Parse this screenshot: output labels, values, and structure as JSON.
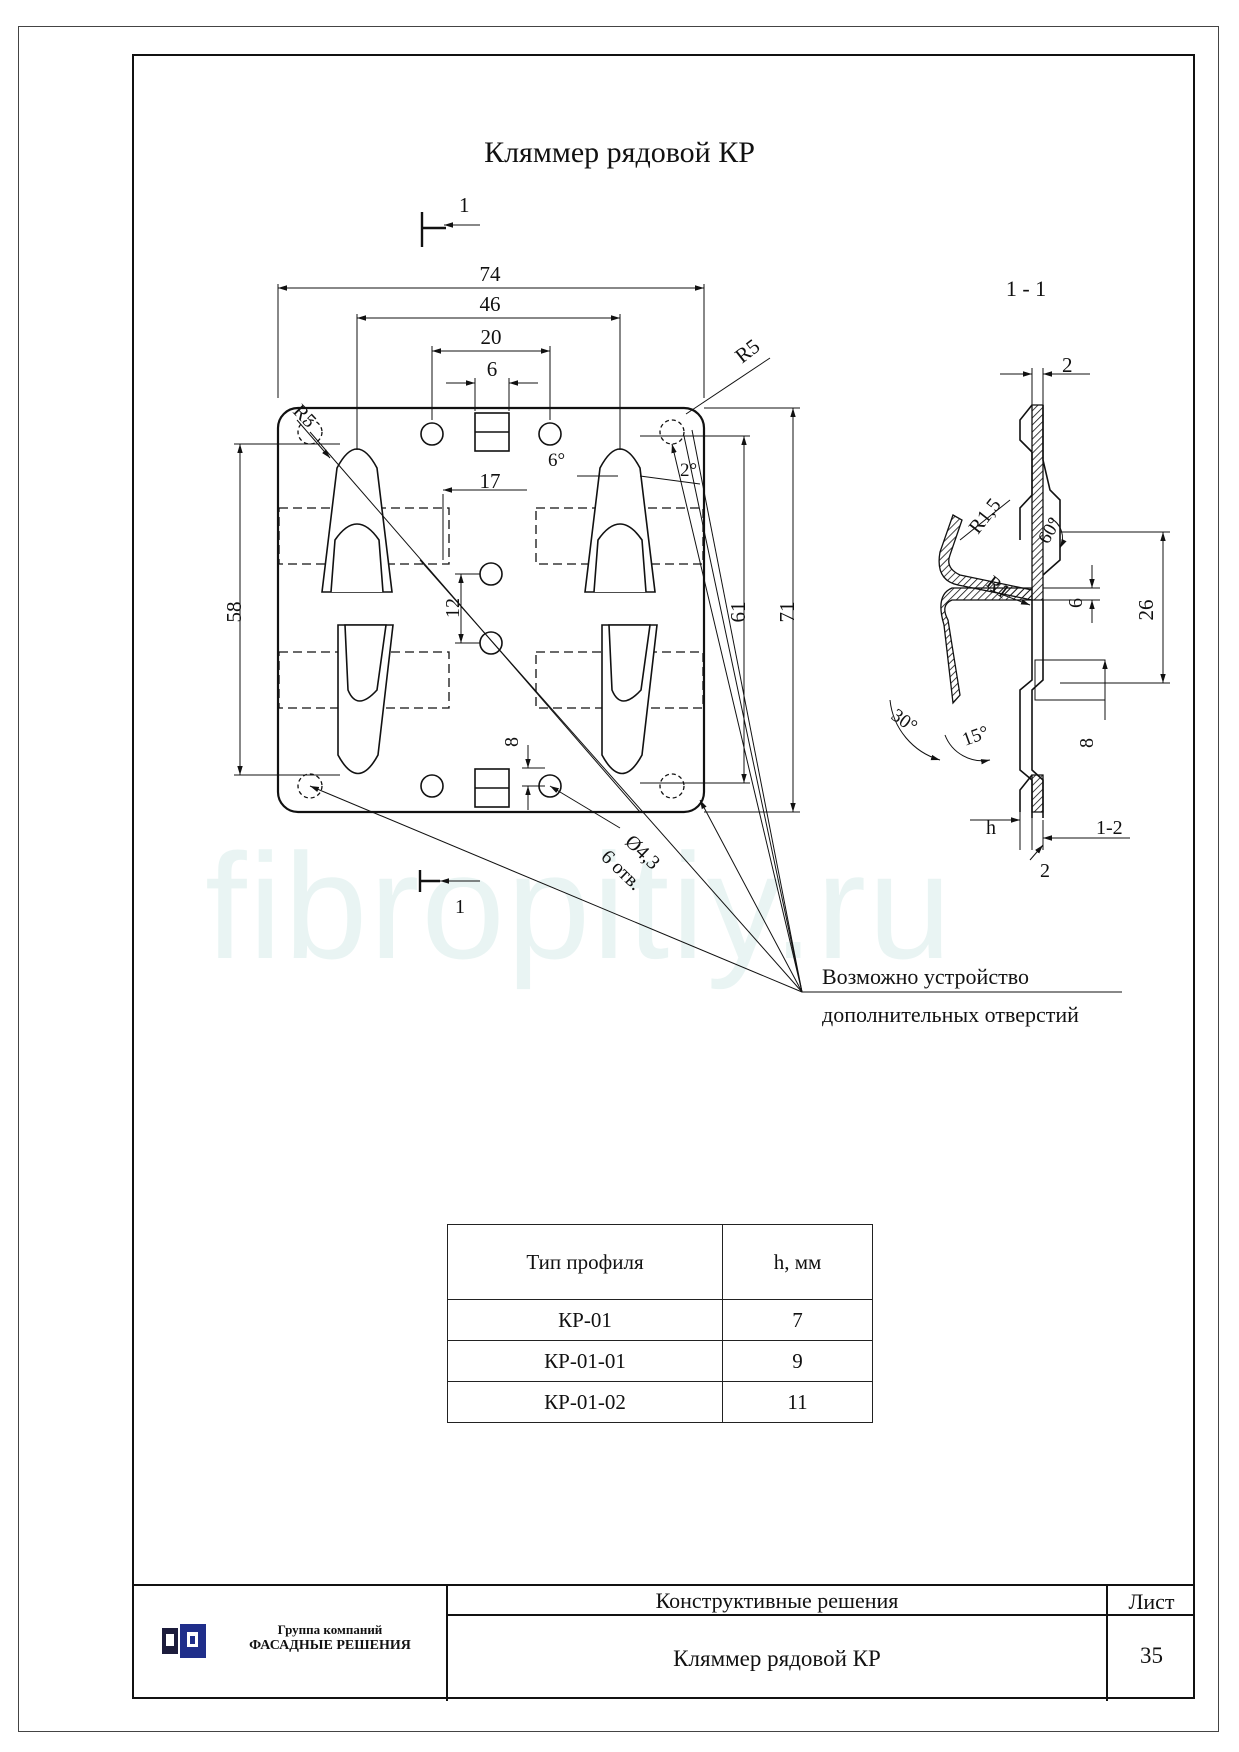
{
  "page": {
    "title": "Кляммер рядовой КР",
    "watermark": "fibropitiy.ru"
  },
  "drawing": {
    "section_marker": "1",
    "section_marker_bottom": "1",
    "section_view_label": "1 - 1",
    "dims": {
      "w74": "74",
      "w46": "46",
      "w20": "20",
      "w6": "6",
      "w17": "17",
      "w12": "12",
      "h58": "58",
      "h61": "61",
      "h71": "71",
      "h8": "8",
      "r5_top": "R5",
      "r5_left": "R5",
      "a6": "6°",
      "a2": "2°",
      "holes": "Ø4,3",
      "holes_count": "6 отв."
    },
    "section_dims": {
      "t2_top": "2",
      "r15": "R1,5",
      "a60": "60°",
      "r1": "R1",
      "d6": "6",
      "d26": "26",
      "a30": "30°",
      "a15": "15°",
      "d8": "8",
      "h": "h",
      "t12": "1-2",
      "t2_bottom": "2"
    },
    "note_line1": "Возможно устройство",
    "note_line2": "дополнительных отверстий"
  },
  "table": {
    "headers": [
      "Тип профиля",
      "h, мм"
    ],
    "rows": [
      [
        "КР-01",
        "7"
      ],
      [
        "КР-01-01",
        "9"
      ],
      [
        "КР-01-02",
        "11"
      ]
    ]
  },
  "title_block": {
    "company_line1": "Группа компаний",
    "company_line2": "ФАСАДНЫЕ РЕШЕНИЯ",
    "series": "Конструктивные решения",
    "name": "Кляммер рядовой КР",
    "sheet_label": "Лист",
    "sheet_number": "35"
  }
}
